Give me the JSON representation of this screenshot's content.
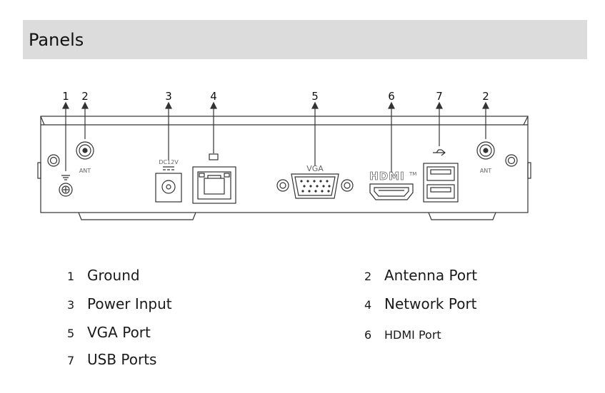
{
  "header": {
    "title": "Panels"
  },
  "callouts": [
    "1",
    "2",
    "3",
    "4",
    "5",
    "6",
    "7",
    "2"
  ],
  "port_labels": {
    "ant_left": "ANT",
    "ant_right": "ANT",
    "dc": "DC12V",
    "vga": "VGA",
    "hdmi": "HDMI",
    "tm": "TM"
  },
  "legend": [
    {
      "num": "1",
      "label": "Ground"
    },
    {
      "num": "2",
      "label": "Antenna Port"
    },
    {
      "num": "3",
      "label": "Power Input"
    },
    {
      "num": "4",
      "label": "Network Port"
    },
    {
      "num": "5",
      "label": "VGA Port"
    },
    {
      "num": "6",
      "label": "HDMI Port"
    },
    {
      "num": "7",
      "label": "USB Ports"
    }
  ],
  "colors": {
    "header_bg": "#dcdcdc",
    "line": "#333333"
  }
}
